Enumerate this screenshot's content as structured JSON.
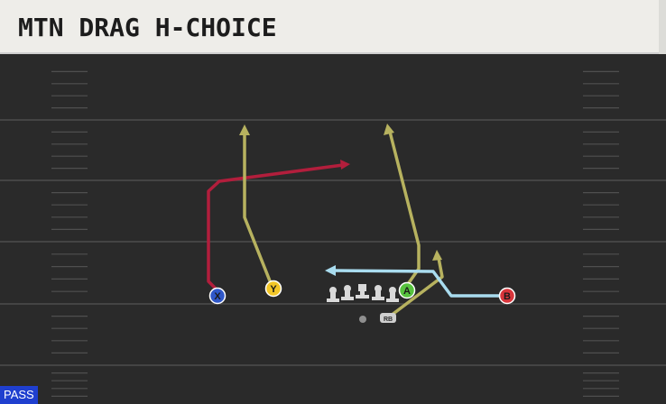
{
  "play": {
    "name": "MTN DRAG H-CHOICE",
    "type": "PASS"
  },
  "colors": {
    "field": "#2a2a2a",
    "yard_line": "#4d4d4d",
    "hash": "#5a5a5a",
    "route_x": "#b21e3c",
    "route_yellow": "#b7b25f",
    "route_b": "#a9dcef",
    "player_x": "#2f57c8",
    "player_y": "#f2c628",
    "player_a": "#57c23e",
    "player_b": "#d8353b",
    "lineman": "#d9d9d9",
    "play_type_bg": "#1f3fcf"
  },
  "players": {
    "x": "X",
    "y": "Y",
    "a": "A",
    "b": "B",
    "rb": "RB"
  }
}
